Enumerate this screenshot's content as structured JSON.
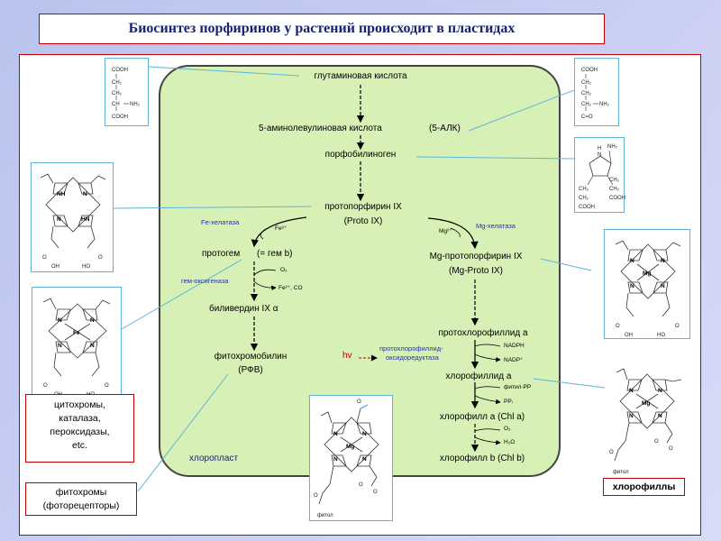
{
  "title": "Биосинтез порфиринов у растений происходит в пластидах",
  "pathway": {
    "glutamic_acid": "глутаминовая кислота",
    "ala": "5-аминолевулиновая кислота",
    "ala_abbr": "(5-АЛК)",
    "porphobilinogen": "порфобилиноген",
    "protoporphyrin": "протопорфирин   IX",
    "protoporphyrin_abbr": "(Proto IX)",
    "fe_chelatase": "Fe-хелатаза",
    "mg_chelatase": "Mg-хелатаза",
    "fe2": "Fe²⁺",
    "mg2": "Mg²⁺",
    "protoheme": "протогем",
    "protoheme_eq": "(= гем b)",
    "o2_a": "O₂",
    "fe_co": "Fe²⁺, CO",
    "heme_oxygenase": "гем-оксигеназа",
    "biliverdin": "биливердин   IX α",
    "phytochromobilin": "фитохромобилин",
    "pfb": "(РФВ)",
    "mg_proto": "Mg-протопорфирин   IX",
    "mg_proto_abbr": "(Mg-Proto IX)",
    "protochlorophyllide": "протохлорофиллид   a",
    "hv": "hv",
    "pchlide_enzyme_1": "протохлорофиллид-",
    "pchlide_enzyme_2": "оксидоредуктаза",
    "nadph": "NADPH",
    "nadp": "NADP⁺",
    "chlorophyllide": "хлорофиллид   a",
    "phytyl_pp": "фитил-PP",
    "ppi": "PPᵢ",
    "chl_a": "хлорофилл   a (Chl a)",
    "o2_b": "O₂",
    "h2o": "H₂O",
    "chl_b": "хлорофилл   b (Chl b)",
    "chloroplast": "хлоропласт"
  },
  "boxes": {
    "cytochromes": [
      "цитохромы,",
      "каталаза,",
      "пероксидазы,",
      "etc."
    ],
    "phytochromes": [
      "фитохромы",
      "(фоторецепторы)"
    ],
    "chlorophylls": "хлорофиллы"
  },
  "structures": {
    "glu": [
      "COOH",
      "CH₂",
      "CH₂",
      "CH",
      "NH₂",
      "COOH"
    ],
    "ala": [
      "COOH",
      "CH₂",
      "CH₂",
      "CH₂",
      "NH₂",
      "C=O"
    ],
    "pbg": [
      "H",
      "N",
      "NH₂",
      "CH₂",
      "CH₂",
      "CH₂",
      "COOH",
      "COOH",
      "CH₂"
    ],
    "proto_n": [
      "NH",
      "N",
      "N",
      "HN",
      "O",
      "OH",
      "HO",
      "O"
    ],
    "heme_n": [
      "N",
      "N",
      "N",
      "N",
      "Fe",
      "O",
      "OH",
      "HO",
      "O"
    ],
    "mg_n": [
      "N",
      "N",
      "N",
      "N",
      "Mg",
      "O",
      "OH",
      "HO",
      "O"
    ],
    "chl_n": [
      "N",
      "N",
      "N",
      "N",
      "Mg",
      "O",
      "O",
      "O",
      "O",
      "фитол"
    ]
  },
  "colors": {
    "frame": "#c00000",
    "plastid": "#d7f0b6",
    "title_text": "#16227a",
    "enzyme": "#2233aa",
    "struct_border": "#5fb3d8"
  }
}
